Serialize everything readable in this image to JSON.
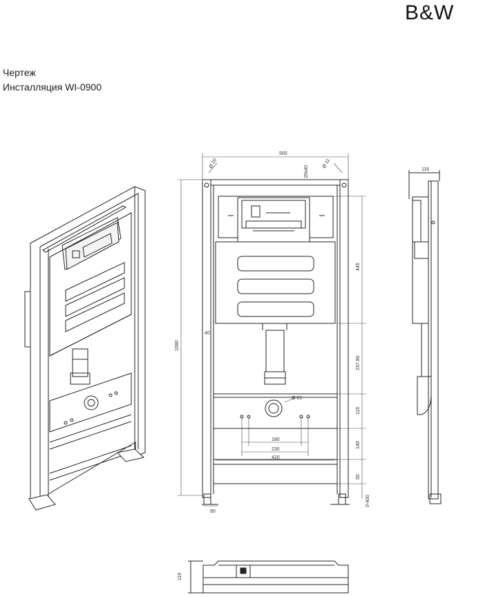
{
  "brand": {
    "logo_text": "B&W"
  },
  "header": {
    "title": "Чертеж",
    "subtitle": "Инсталляция WI-0900"
  },
  "dimensions": {
    "overall_width": "500",
    "overall_height": "1080",
    "top_hole_left": "Ø 20",
    "top_hole_right": "Ø 11",
    "slot": "20x40",
    "side_offset": "40",
    "cistern_height": "445",
    "pipe_section": "237.80",
    "drain_diameter": "Ø 65",
    "plate_height": "116",
    "stud_spacing_inner": "180",
    "stud_spacing_mid": "230",
    "stud_spacing_outer": "420",
    "lower_section": "146",
    "foot_section": "50",
    "foot_adjust": "0-400",
    "foot_width": "90",
    "side_depth": "116",
    "plan_depth": "116"
  }
}
